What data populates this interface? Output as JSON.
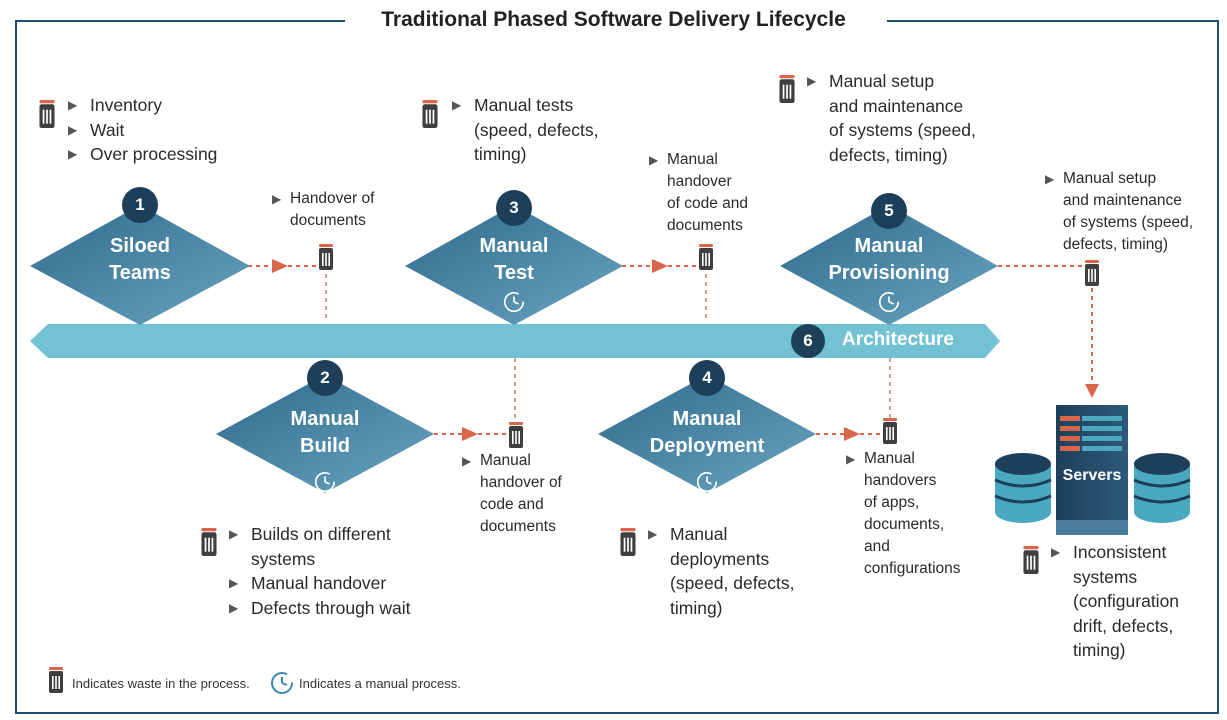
{
  "title": "Traditional Phased Software Delivery Lifecycle",
  "stages": [
    {
      "number": "1",
      "label": "Siloed\nTeams"
    },
    {
      "number": "2",
      "label": "Manual\nBuild"
    },
    {
      "number": "3",
      "label": "Manual\nTest"
    },
    {
      "number": "4",
      "label": "Manual\nDeployment"
    },
    {
      "number": "5",
      "label": "Manual\nProvisioning"
    }
  ],
  "architecture": {
    "number": "6",
    "label": "Architecture"
  },
  "servers_label": "Servers",
  "notes": {
    "siloed_waste": [
      "Inventory",
      "Wait",
      "Over processing"
    ],
    "handover_documents": [
      "Handover of\ndocuments"
    ],
    "test_waste": [
      "Manual tests\n(speed, defects,\ntiming)"
    ],
    "test_handover": [
      "Manual\nhandover\nof code and\ndocuments"
    ],
    "provisioning_waste": [
      "Manual setup\nand maintenance\nof systems (speed,\ndefects, timing)"
    ],
    "provisioning_handover": [
      "Manual setup\nand maintenance\nof systems (speed,\ndefects, timing)"
    ],
    "build_handover": [
      "Manual\nhandover of\ncode and\ndocuments"
    ],
    "build_waste": [
      "Builds on different\nsystems",
      "Manual handover",
      "Defects through wait"
    ],
    "deployment_waste": [
      "Manual\ndeployments\n(speed, defects,\ntiming)"
    ],
    "deployment_handover": [
      "Manual\nhandovers\nof apps,\ndocuments,\nand\nconfigurations"
    ],
    "servers_waste": [
      "Inconsistent\nsystems\n(configuration\ndrift, defects,\ntiming)"
    ]
  },
  "legend": {
    "waste": "Indicates waste in the process.",
    "manual": "Indicates a manual process."
  },
  "colors": {
    "diamond_dark": "#3a7596",
    "diamond_light": "#5b95b3",
    "number_circle": "#1e3f5a",
    "architecture_bar": "#72c2d4",
    "arrow": "#d9664a",
    "waste_icon": "#3f3f3f",
    "frame": "#1f4e6e"
  }
}
